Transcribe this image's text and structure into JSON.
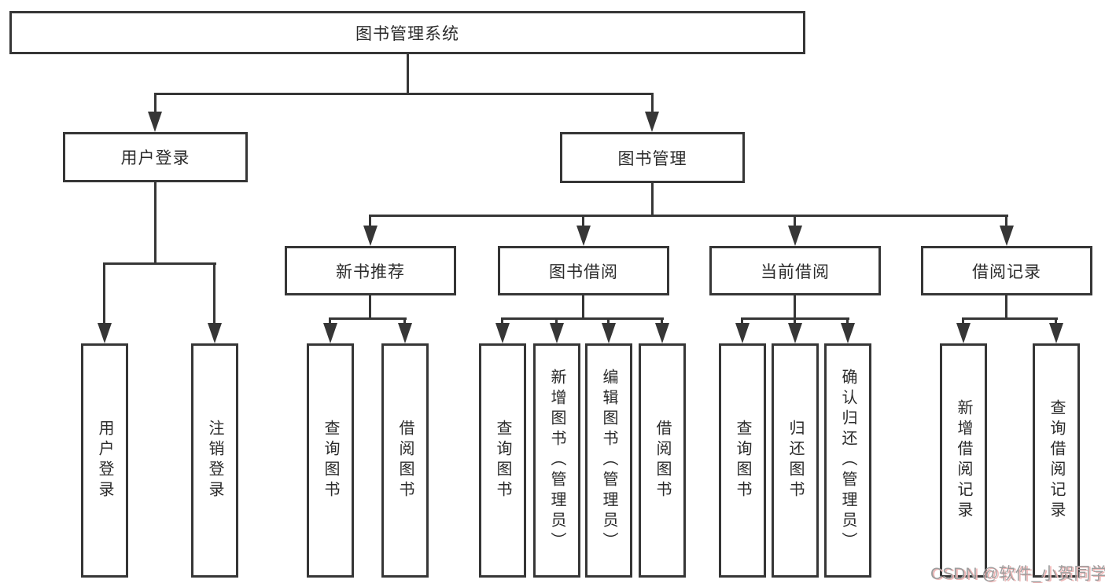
{
  "tree": {
    "root": {
      "label": "图书管理系统"
    },
    "level2": [
      {
        "label": "用户登录",
        "children": [
          {
            "label": "用户登录"
          },
          {
            "label": "注销登录"
          }
        ]
      },
      {
        "label": "图书管理",
        "children": [
          {
            "label": "新书推荐",
            "children": [
              {
                "label": "查询图书"
              },
              {
                "label": "借阅图书"
              }
            ]
          },
          {
            "label": "图书借阅",
            "children": [
              {
                "label": "查询图书"
              },
              {
                "label": "新增图书（管理员）"
              },
              {
                "label": "编辑图书（管理员）"
              },
              {
                "label": "借阅图书"
              }
            ]
          },
          {
            "label": "当前借阅",
            "children": [
              {
                "label": "查询图书"
              },
              {
                "label": "归还图书"
              },
              {
                "label": "确认归还（管理员）"
              }
            ]
          },
          {
            "label": "借阅记录",
            "children": [
              {
                "label": "新增借阅记录"
              },
              {
                "label": "查询借阅记录"
              }
            ]
          }
        ]
      }
    ]
  },
  "watermark": {
    "text": "CSDN @软件_小贺同学"
  },
  "colors": {
    "line": "#363636",
    "box_border": "#363636",
    "text": "#2b2b2b",
    "background": "#ffffff",
    "watermark_text": "#9e9e9e",
    "watermark_shadow": "#efb6b6"
  }
}
